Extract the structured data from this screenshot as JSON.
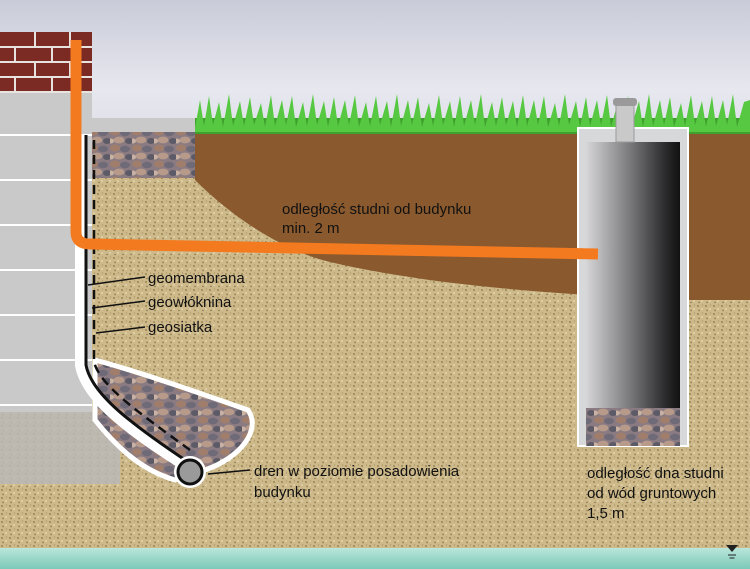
{
  "labels": {
    "distance_well_building_line1": "odległość studni od budynku",
    "distance_well_building_line2": "min. 2 m",
    "geomembrane": "geomembrana",
    "geotextile": "geowłóknina",
    "geogrid": "geosiatka",
    "drain_line1": "dren w poziomie posadowienia",
    "drain_line2": "budynku",
    "well_bottom_line1": "odległość dna studni",
    "well_bottom_line2": "od wód gruntowych",
    "well_bottom_line3": "1,5 m"
  },
  "colors": {
    "pipe": "#f47a20",
    "soil_sand": "#cdb98a",
    "soil_top": "#8a5a2e",
    "grass": "#4fbf3a",
    "brick": "#7c2a24",
    "concrete": "#c8c8c8",
    "foundation": "#b9b9b9",
    "well_wall": "#cfd0d2",
    "groundwater": "#9fd9c9"
  },
  "icons": {
    "water_level": "water-level-marker-icon"
  }
}
